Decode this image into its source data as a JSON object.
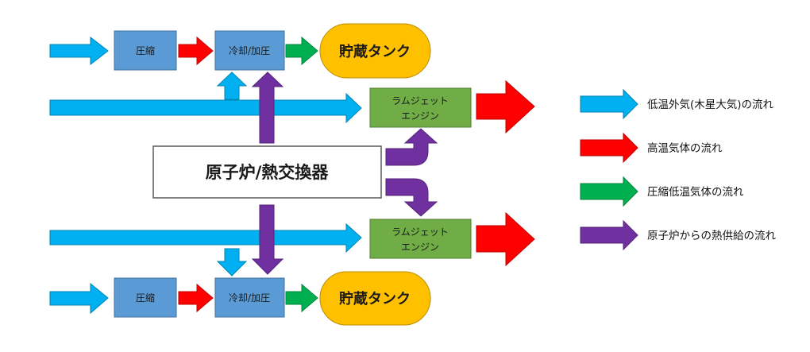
{
  "colors": {
    "cold_flow": "#00B0F0",
    "hot_flow": "#FF0000",
    "compressed_flow": "#00B050",
    "heat_flow": "#7030A0",
    "process_box": "#5B9BD5",
    "process_box_border": "#41719C",
    "tank": "#FFC000",
    "tank_border": "#BC8C00",
    "ramjet": "#70AD47",
    "ramjet_border": "#507E32",
    "reactor_fill": "#FFFFFF",
    "reactor_border": "#595959"
  },
  "reactor": {
    "label": "原子炉/熱交換器"
  },
  "upper_line": {
    "compress_label": "圧縮",
    "cool_label": "冷却/加圧",
    "tank_label": "貯蔵タンク",
    "ramjet_label_line1": "ラムジェット",
    "ramjet_label_line2": "エンジン"
  },
  "lower_line": {
    "compress_label": "圧縮",
    "cool_label": "冷却/加圧",
    "tank_label": "貯蔵タンク",
    "ramjet_label_line1": "ラムジェット",
    "ramjet_label_line2": "エンジン"
  },
  "legend": [
    {
      "label": "低温外気(木星大気)の流れ",
      "flow": "cold_flow"
    },
    {
      "label": "高温気体の流れ",
      "flow": "hot_flow"
    },
    {
      "label": "圧縮低温気体の流れ",
      "flow": "compressed_flow"
    },
    {
      "label": "原子炉からの熱供給の流れ",
      "flow": "heat_flow"
    }
  ]
}
